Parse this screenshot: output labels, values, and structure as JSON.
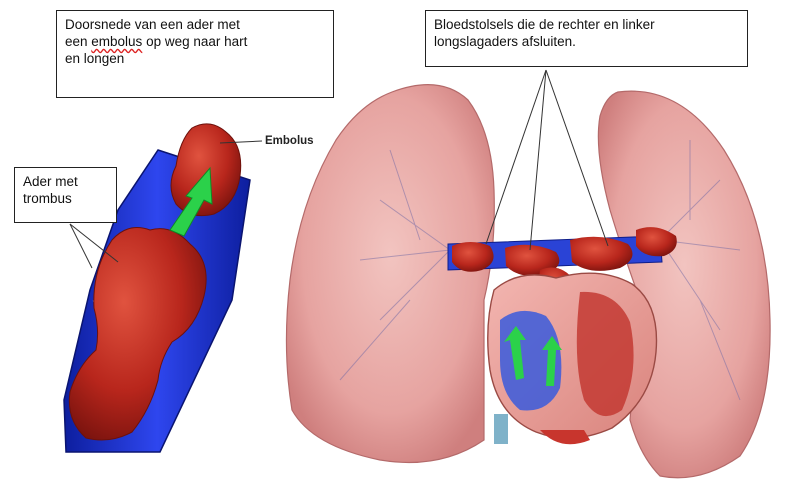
{
  "callouts": {
    "embolus_vein": {
      "line1": "Doorsnede van een ader met",
      "line2_a": "een ",
      "line2_b": "embolus",
      "line2_c": " op weg naar hart",
      "line3": "en longen"
    },
    "pulmonary_clots": {
      "line1": "Bloedstolsels die de rechter en linker",
      "line2": "longslagaders afsluiten."
    },
    "vein_thrombus": {
      "line1": "Ader met",
      "line2": "trombus"
    }
  },
  "labels": {
    "embolus": "Embolus"
  },
  "colors": {
    "vein_blue": "#1f34d8",
    "clot_red": "#b8261c",
    "lung_pink": "#e9a9a6",
    "arrow_green": "#2bd14a"
  }
}
